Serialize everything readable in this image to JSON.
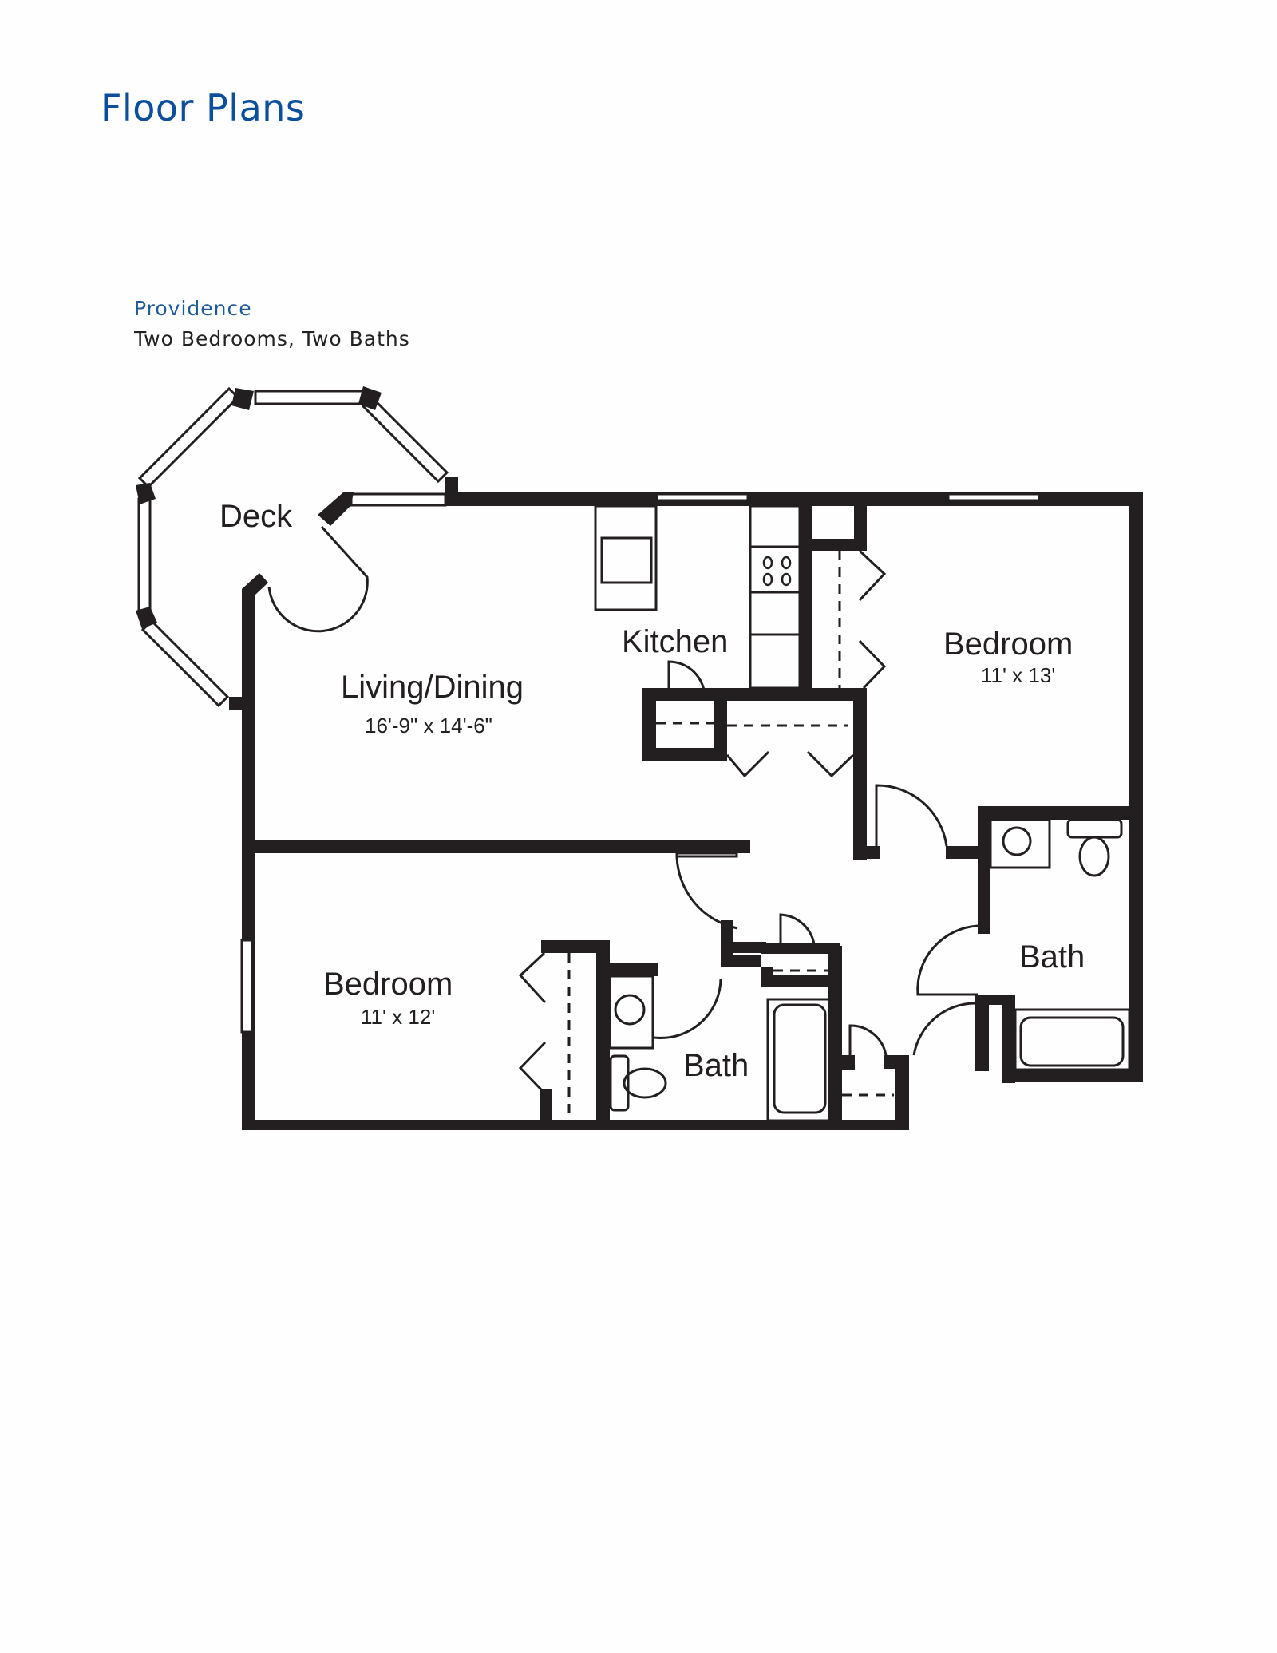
{
  "header": {
    "title": "Floor Plans"
  },
  "plan": {
    "name": "Providence",
    "description": "Two Bedrooms, Two Baths"
  },
  "rooms": {
    "deck": {
      "label": "Deck"
    },
    "living_dining": {
      "label": "Living/Dining",
      "dimensions": "16'-9\" x 14'-6\""
    },
    "kitchen": {
      "label": "Kitchen"
    },
    "bedroom_1": {
      "label": "Bedroom",
      "dimensions": "11' x 13'"
    },
    "bath_1": {
      "label": "Bath"
    },
    "bedroom_2": {
      "label": "Bedroom",
      "dimensions": "11' x 12'"
    },
    "bath_2": {
      "label": "Bath"
    }
  },
  "colors": {
    "title": "#0b4f9c",
    "plan_name": "#1f5a99",
    "walls": "#231f20"
  }
}
